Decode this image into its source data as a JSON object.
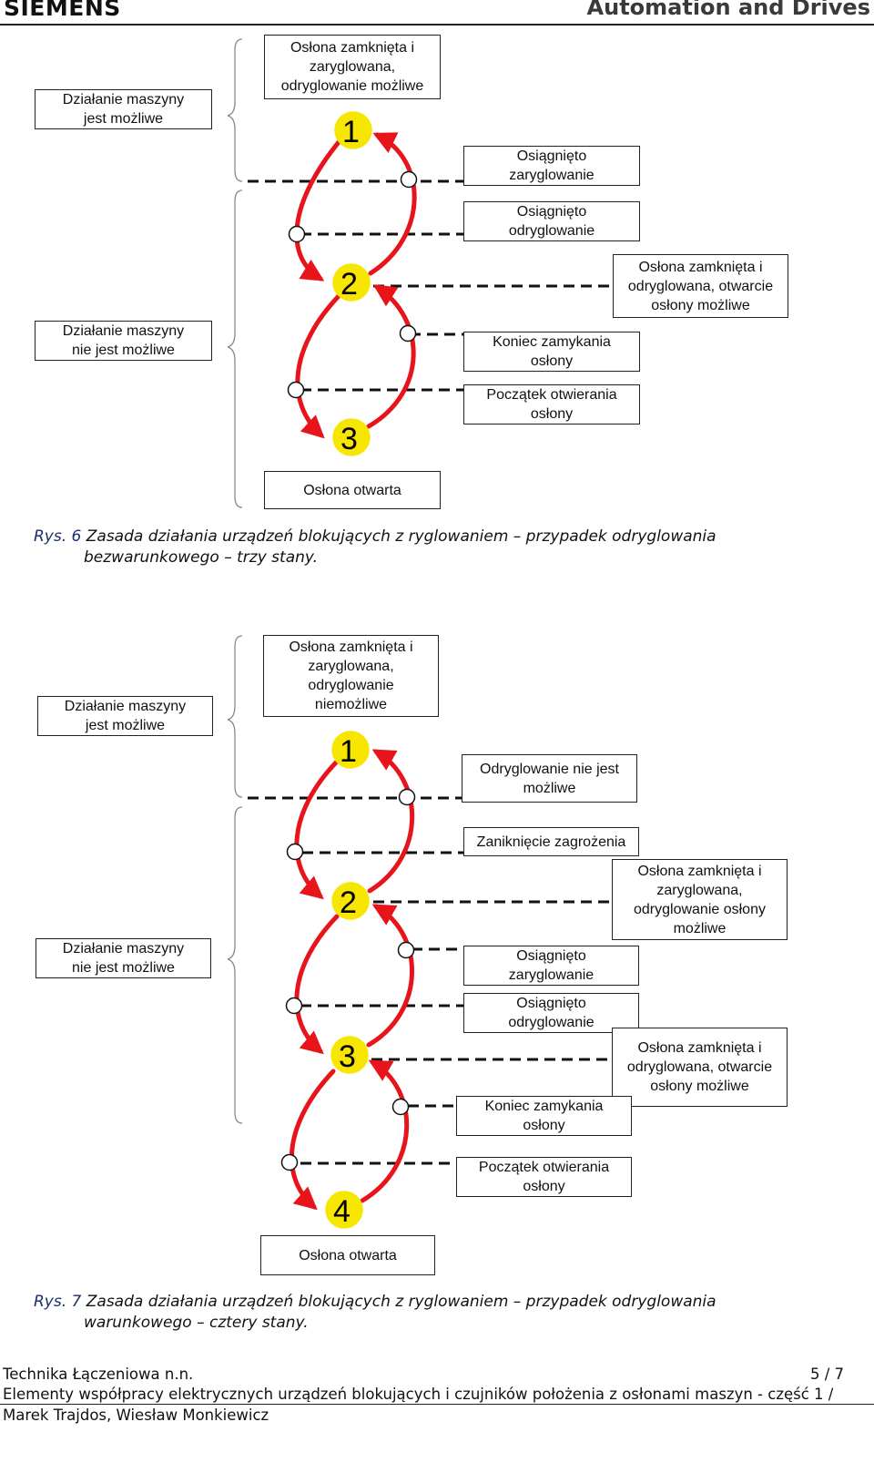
{
  "header": {
    "brand": "SIEMENS",
    "division": "Automation and Drives"
  },
  "figure6": {
    "state_label_active": "Działanie maszyny\njest możliwe",
    "state_label_inactive": "Działanie maszyny\nnie jest możliwe",
    "state_top": "Osłona zamknięta i\nzaryglowana,\nodryglowanie możliwe",
    "state_bottom": "Osłona otwarta",
    "state_mid": "Osłona zamknięta i\nodryglowana, otwarcie\nosłony możliwe",
    "ev_locked": "Osiągnięto\nzaryglowanie",
    "ev_unlocked": "Osiągnięto\nodryglowanie",
    "ev_close_end": "Koniec zamykania\nosłony",
    "ev_open_start": "Początek otwierania\nosłony",
    "numbers": [
      "1",
      "2",
      "3"
    ],
    "caption_lead": "Rys. 6",
    "caption_text": " Zasada działania urządzeń blokujących z ryglowaniem – przypadek odryglowania",
    "caption_text2": "bezwarunkowego – trzy stany."
  },
  "figure7": {
    "state_label_active": "Działanie maszyny\njest możliwe",
    "state_label_inactive": "Działanie maszyny\nnie jest możliwe",
    "state_top": "Osłona zamknięta i\nzaryglowana,\nodryglowanie\nniemożliwe",
    "state_bottom": "Osłona otwarta",
    "state_unlock_possible": "Osłona zamknięta i\nzaryglowana,\nodryglowanie osłony\nmożliwe",
    "state_open_possible": "Osłona zamknięta i\nodryglowana, otwarcie\nosłony możliwe",
    "ev_no_unlock": "Odryglowanie nie jest\nmożliwe",
    "ev_hazard_gone": "Zaniknięcie zagrożenia",
    "ev_locked": "Osiągnięto\nzaryglowanie",
    "ev_unlocked": "Osiągnięto\nodryglowanie",
    "ev_close_end": "Koniec zamykania\nosłony",
    "ev_open_start": "Początek otwierania\nosłony",
    "numbers": [
      "1",
      "2",
      "3",
      "4"
    ],
    "caption_lead": "Rys. 7",
    "caption_text": " Zasada działania urządzeń blokujących z ryglowaniem – przypadek odryglowania",
    "caption_text2": "warunkowego – cztery stany."
  },
  "footer": {
    "left": "Technika Łączeniowa n.n.",
    "page": "5 / 7",
    "title": "Elementy współpracy elektrycznych urządzeń blokujących i czujników położenia z osłonami maszyn - część 1 /",
    "authors": "Marek Trajdos, Wiesław Monkiewicz"
  },
  "colors": {
    "arrow": "#e8141c",
    "line": "#111111",
    "caption_lead": "#1c2f6b"
  }
}
